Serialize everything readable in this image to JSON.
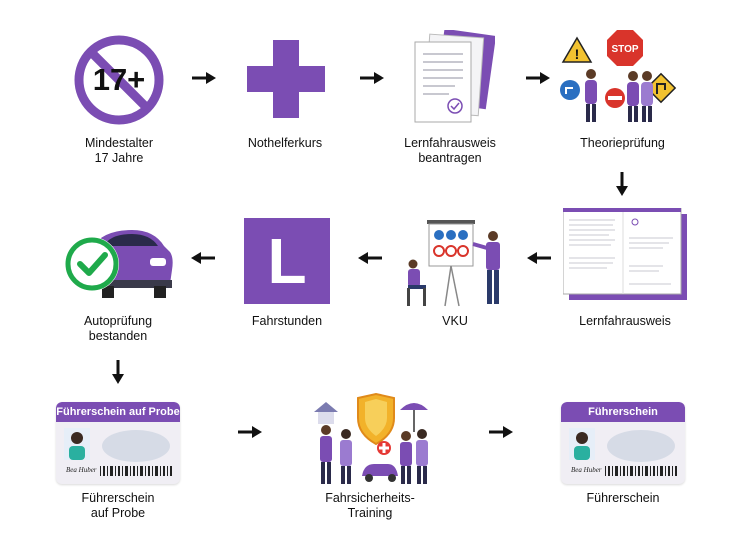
{
  "steps": {
    "mindestalter": {
      "label_line1": "Mindestalter",
      "label_line2": "17 Jahre",
      "badge": "17+"
    },
    "nothelferkurs": {
      "label": "Nothelferkurs"
    },
    "lernfahrausweis_beantragen": {
      "label_line1": "Lernfahrausweis",
      "label_line2": "beantragen"
    },
    "theoriepruefung": {
      "label": "Theorieprüfung",
      "sign_text": "STOP"
    },
    "lernfahrausweis": {
      "label": "Lernfahrausweis"
    },
    "vku": {
      "label": "VKU"
    },
    "fahrstunden": {
      "label": "Fahrstunden",
      "sign_letter": "L"
    },
    "autopruefung": {
      "label_line1": "Autoprüfung",
      "label_line2": "bestanden"
    },
    "fuehrerschein_probe": {
      "label_line1": "Führerschein",
      "label_line2": "auf Probe",
      "card_title": "Führerschein auf Probe"
    },
    "training": {
      "label_line1": "Fahrsicherheits-",
      "label_line2": "Training"
    },
    "fuehrerschein": {
      "label": "Führerschein",
      "card_title": "Führerschein"
    }
  },
  "colors": {
    "accent": "#7b4db3",
    "light_purple": "#b59ad6",
    "check_green": "#1faa4b",
    "arrow": "#111111"
  }
}
